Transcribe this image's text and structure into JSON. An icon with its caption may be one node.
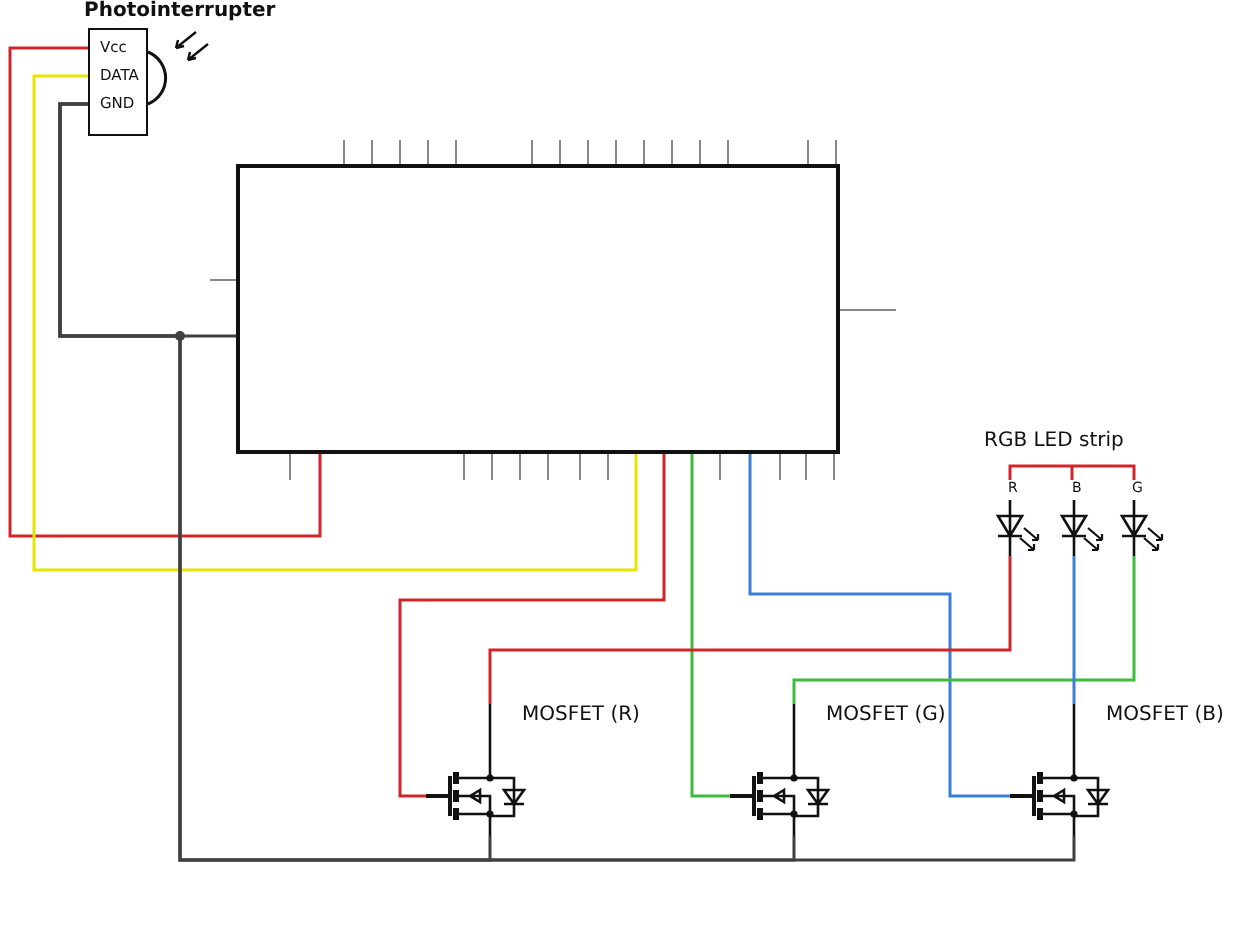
{
  "diagram": {
    "nodes": [
      {
        "text": [
          "Photointerrupter",
          "Vcc",
          "DATA",
          "GND"
        ]
      },
      {
        "text": [],
        "shape": "box"
      },
      {
        "text": [
          "RGB LED strip"
        ]
      },
      {
        "text": [
          "R"
        ]
      },
      {
        "text": [
          "B"
        ]
      },
      {
        "text": [
          "G"
        ]
      },
      {
        "text": [
          "MOSFET (R)"
        ]
      },
      {
        "text": [
          "MOSFET (G)"
        ]
      },
      {
        "text": [
          "MOSFET (B)"
        ]
      }
    ],
    "edges": [
      {
        "from": 0,
        "to": 1,
        "arrow": "none",
        "color": "#d0262b"
      },
      {
        "from": 0,
        "to": 1,
        "arrow": "none",
        "color": "#e6e600"
      },
      {
        "from": 0,
        "to": 1,
        "arrow": "none",
        "color": "#404040"
      },
      {
        "from": 1,
        "to": 6,
        "arrow": "none",
        "color": "#d0262b"
      },
      {
        "from": 1,
        "to": 7,
        "arrow": "none",
        "color": "#3dbb3d"
      },
      {
        "from": 1,
        "to": 8,
        "arrow": "none",
        "color": "#3a7fd5"
      },
      {
        "from": 3,
        "to": 6,
        "arrow": "none",
        "color": "#d0262b"
      },
      {
        "from": 5,
        "to": 7,
        "arrow": "none",
        "color": "#3dbb3d"
      },
      {
        "from": 4,
        "to": 8,
        "arrow": "none",
        "color": "#3a7fd5"
      },
      {
        "from": 0,
        "to": 6,
        "arrow": "none",
        "color": "#404040"
      },
      {
        "from": 0,
        "to": 7,
        "arrow": "none",
        "color": "#404040"
      },
      {
        "from": 0,
        "to": 8,
        "arrow": "none",
        "color": "#404040"
      }
    ]
  }
}
